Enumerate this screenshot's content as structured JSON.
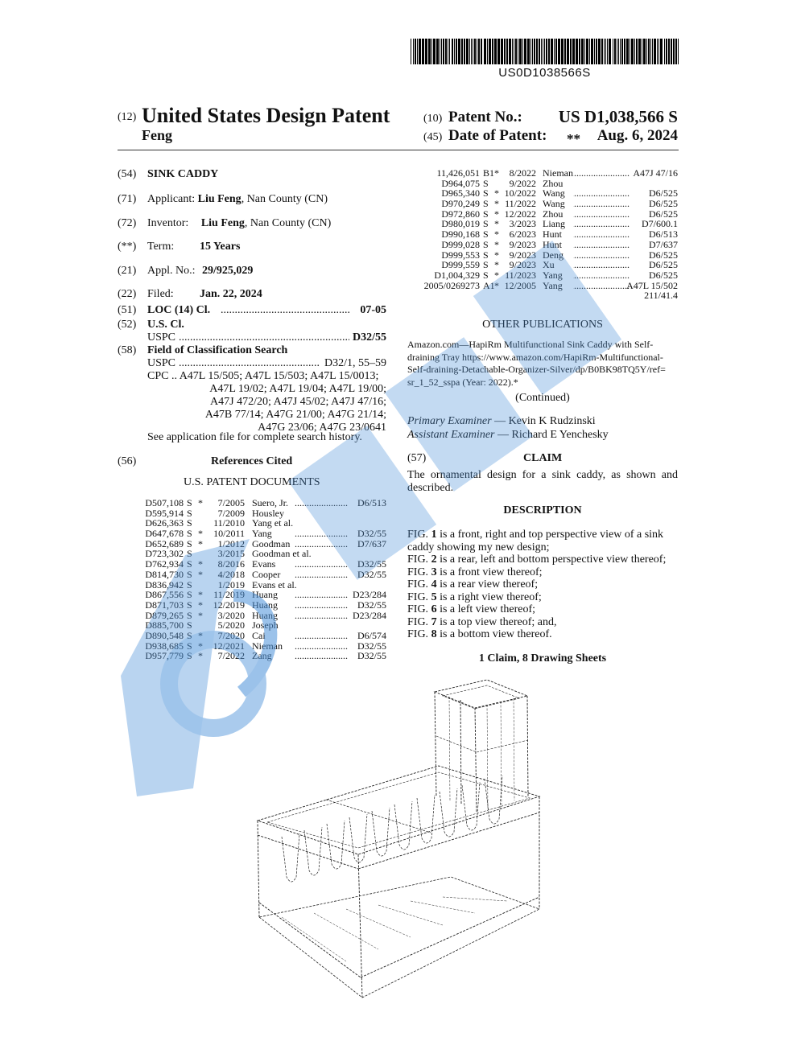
{
  "barcode_text": "US0D1038566S",
  "header": {
    "left_code": "(12)",
    "title": "United States Design Patent",
    "inventor_surname": "Feng",
    "patent_no_code": "(10)",
    "patent_no_label": "Patent No.:",
    "patent_no": "US D1,038,566 S",
    "date_code": "(45)",
    "date_label": "Date of Patent:",
    "date_marker": "**",
    "date": "Aug. 6, 2024"
  },
  "fields": {
    "title_code": "(54)",
    "title": "SINK CADDY",
    "applicant_code": "(71)",
    "applicant_label": "Applicant:",
    "applicant_name": "Liu Feng",
    "applicant_loc": ", Nan County (CN)",
    "inventor_code": "(72)",
    "inventor_label": "Inventor:",
    "inventor_name": "Liu Feng",
    "inventor_loc": ", Nan County (CN)",
    "term_code": "(**)",
    "term_label": "Term:",
    "term_value": "15 Years",
    "appl_code": "(21)",
    "appl_label": "Appl. No.:",
    "appl_value": "29/925,029",
    "filed_code": "(22)",
    "filed_label": "Filed:",
    "filed_value": "Jan. 22, 2024",
    "loc_code": "(51)",
    "loc_label": "LOC (14) Cl.",
    "loc_value": "07-05",
    "uscl_code": "(52)",
    "uscl_label": "U.S. Cl.",
    "uspc_label": "USPC",
    "uspc_value": "D32/55",
    "field_code": "(58)",
    "field_label": "Field of Classification Search",
    "field_uspc_label": "USPC",
    "field_uspc_value": "D32/1, 55–59",
    "cpc_lines": [
      "CPC .. A47L 15/505; A47L 15/503; A47L 15/0013;",
      "A47L 19/02; A47L 19/04; A47L 19/00;",
      "A47J 472/20; A47J 45/02; A47J 47/16;",
      "A47B 77/14; A47G 21/00; A47G 21/14;",
      "A47G 23/06; A47G 23/0641"
    ],
    "see_file": "See application file for complete search history."
  },
  "references": {
    "code": "(56)",
    "title": "References Cited",
    "subtitle": "U.S. PATENT DOCUMENTS",
    "left_rows": [
      {
        "num": "D507,108",
        "kind": "S",
        "star": "*",
        "date": "7/2005",
        "name": "Suero, Jr.",
        "cls": "D6/513"
      },
      {
        "num": "D595,914",
        "kind": "S",
        "star": "",
        "date": "7/2009",
        "name": "Housley",
        "cls": ""
      },
      {
        "num": "D626,363",
        "kind": "S",
        "star": "",
        "date": "11/2010",
        "name": "Yang et al.",
        "cls": ""
      },
      {
        "num": "D647,678",
        "kind": "S",
        "star": "*",
        "date": "10/2011",
        "name": "Yang",
        "cls": "D32/55"
      },
      {
        "num": "D652,689",
        "kind": "S",
        "star": "*",
        "date": "1/2012",
        "name": "Goodman",
        "cls": "D7/637"
      },
      {
        "num": "D723,302",
        "kind": "S",
        "star": "",
        "date": "3/2015",
        "name": "Goodman et al.",
        "cls": ""
      },
      {
        "num": "D762,934",
        "kind": "S",
        "star": "*",
        "date": "8/2016",
        "name": "Evans",
        "cls": "D32/55"
      },
      {
        "num": "D814,730",
        "kind": "S",
        "star": "*",
        "date": "4/2018",
        "name": "Cooper",
        "cls": "D32/55"
      },
      {
        "num": "D836,942",
        "kind": "S",
        "star": "",
        "date": "1/2019",
        "name": "Evans et al.",
        "cls": ""
      },
      {
        "num": "D867,556",
        "kind": "S",
        "star": "*",
        "date": "11/2019",
        "name": "Huang",
        "cls": "D23/284"
      },
      {
        "num": "D871,703",
        "kind": "S",
        "star": "*",
        "date": "12/2019",
        "name": "Huang",
        "cls": "D32/55"
      },
      {
        "num": "D879,265",
        "kind": "S",
        "star": "*",
        "date": "3/2020",
        "name": "Huang",
        "cls": "D23/284"
      },
      {
        "num": "D885,700",
        "kind": "S",
        "star": "",
        "date": "5/2020",
        "name": "Joseph",
        "cls": ""
      },
      {
        "num": "D890,548",
        "kind": "S",
        "star": "*",
        "date": "7/2020",
        "name": "Cai",
        "cls": "D6/574"
      },
      {
        "num": "D938,685",
        "kind": "S",
        "star": "*",
        "date": "12/2021",
        "name": "Nieman",
        "cls": "D32/55"
      },
      {
        "num": "D957,779",
        "kind": "S",
        "star": "*",
        "date": "7/2022",
        "name": "Zang",
        "cls": "D32/55"
      }
    ],
    "right_rows": [
      {
        "num": "11,426,051",
        "kind": "B1",
        "star": "*",
        "date": "8/2022",
        "name": "Nieman",
        "cls": "A47J 47/16"
      },
      {
        "num": "D964,075",
        "kind": "S",
        "star": "",
        "date": "9/2022",
        "name": "Zhou",
        "cls": ""
      },
      {
        "num": "D965,340",
        "kind": "S",
        "star": "*",
        "date": "10/2022",
        "name": "Wang",
        "cls": "D6/525"
      },
      {
        "num": "D970,249",
        "kind": "S",
        "star": "*",
        "date": "11/2022",
        "name": "Wang",
        "cls": "D6/525"
      },
      {
        "num": "D972,860",
        "kind": "S",
        "star": "*",
        "date": "12/2022",
        "name": "Zhou",
        "cls": "D6/525"
      },
      {
        "num": "D980,019",
        "kind": "S",
        "star": "*",
        "date": "3/2023",
        "name": "Liang",
        "cls": "D7/600.1"
      },
      {
        "num": "D990,168",
        "kind": "S",
        "star": "*",
        "date": "6/2023",
        "name": "Hunt",
        "cls": "D6/513"
      },
      {
        "num": "D999,028",
        "kind": "S",
        "star": "*",
        "date": "9/2023",
        "name": "Hunt",
        "cls": "D7/637"
      },
      {
        "num": "D999,553",
        "kind": "S",
        "star": "*",
        "date": "9/2023",
        "name": "Deng",
        "cls": "D6/525"
      },
      {
        "num": "D999,559",
        "kind": "S",
        "star": "*",
        "date": "9/2023",
        "name": "Xu",
        "cls": "D6/525"
      },
      {
        "num": "D1,004,329",
        "kind": "S",
        "star": "*",
        "date": "11/2023",
        "name": "Yang",
        "cls": "D6/525"
      },
      {
        "num": "2005/0269273",
        "kind": "A1",
        "star": "*",
        "date": "12/2005",
        "name": "Yang",
        "cls": "A47L 15/502"
      }
    ],
    "last_cont": "211/41.4"
  },
  "other_pubs": {
    "title": "OTHER PUBLICATIONS",
    "lines": [
      "Amazon.com—HapiRm Multifunctional Sink Caddy with Self-",
      "draining Tray https://www.amazon.com/HapiRm-Multifunctional-",
      "Self-draining-Detachable-Organizer-Silver/dp/B0BK98TQ5Y/ref=",
      "sr_1_52_sspa (Year: 2022).*"
    ],
    "continued": "(Continued)"
  },
  "examiners": {
    "primary_label": "Primary Examiner",
    "primary_name": "— Kevin K Rudzinski",
    "assistant_label": "Assistant Examiner",
    "assistant_name": "— Richard E Yenchesky"
  },
  "claim": {
    "code": "(57)",
    "title": "CLAIM",
    "line1": "The ornamental design for a sink caddy, as shown and",
    "line2": "described."
  },
  "description": {
    "title": "DESCRIPTION",
    "figs": [
      {
        "pre": "FIG. ",
        "num": "1",
        "text": " is a front, right and top perspective view of a sink"
      },
      {
        "pre": "",
        "num": "",
        "text": "caddy showing my new design;"
      },
      {
        "pre": "FIG. ",
        "num": "2",
        "text": " is a rear, left and bottom perspective view thereof;"
      },
      {
        "pre": "FIG. ",
        "num": "3",
        "text": " is a front view thereof;"
      },
      {
        "pre": "FIG. ",
        "num": "4",
        "text": " is a rear view thereof;"
      },
      {
        "pre": "FIG. ",
        "num": "5",
        "text": " is a right view thereof;"
      },
      {
        "pre": "FIG. ",
        "num": "6",
        "text": " is a left view thereof;"
      },
      {
        "pre": "FIG. ",
        "num": "7",
        "text": " is a top view thereof; and,"
      },
      {
        "pre": "FIG. ",
        "num": "8",
        "text": " is a bottom view thereof."
      }
    ],
    "summary": "1 Claim, 8 Drawing Sheets"
  },
  "colors": {
    "watermark": "#4a90d9",
    "ink": "#111111"
  }
}
